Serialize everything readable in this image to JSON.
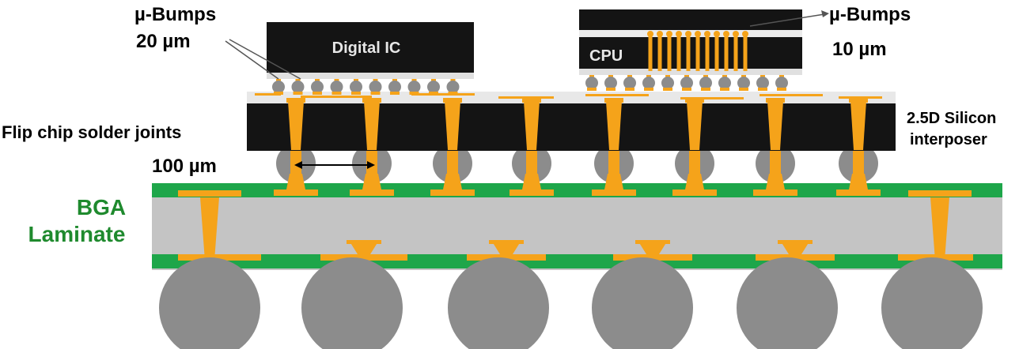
{
  "labels": {
    "left_bump_title": "µ-Bumps",
    "left_bump_size": "20 µm",
    "right_bump_title": "µ-Bumps",
    "right_bump_size": "10 µm",
    "digital_ic": "Digital IC",
    "cpu": "CPU",
    "flip_chip": "Flip chip solder joints",
    "flip_chip_size": "100 µm",
    "interposer_line1": "2.5D Silicon",
    "interposer_line2": "interposer",
    "bga_line1": "BGA",
    "bga_line2": "Laminate"
  },
  "colors": {
    "die": "#141414",
    "copper": "#f5a31a",
    "solder": "#8c8c8c",
    "laminate_core": "#c4c4c4",
    "laminate_green": "#1ea64a",
    "bga_label": "#1f8a2e",
    "redistribution": "#e8e8e8"
  }
}
